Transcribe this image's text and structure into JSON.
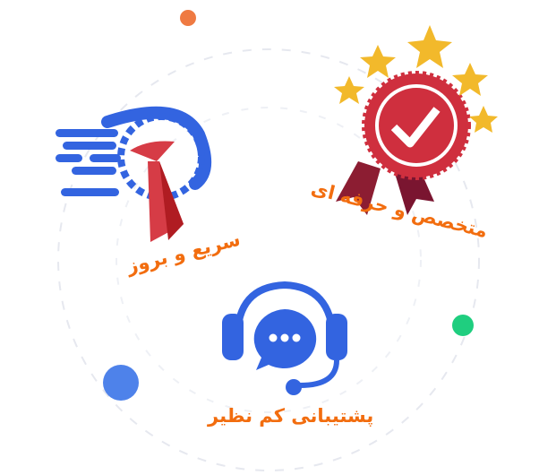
{
  "features": [
    {
      "label": "سریع و بروز",
      "icon": "speed-tie-icon"
    },
    {
      "label": "متخصص و حرفه ای",
      "icon": "award-ribbon-icon"
    },
    {
      "label": "پشتیبانی کم نظیر",
      "icon": "headset-support-icon"
    }
  ],
  "colors": {
    "label": "#f26d0f",
    "blue": "#3364e0",
    "red": "#d13440",
    "gold": "#f2b92b",
    "green": "#1fce7f",
    "orange_dot": "#ef7a42"
  }
}
